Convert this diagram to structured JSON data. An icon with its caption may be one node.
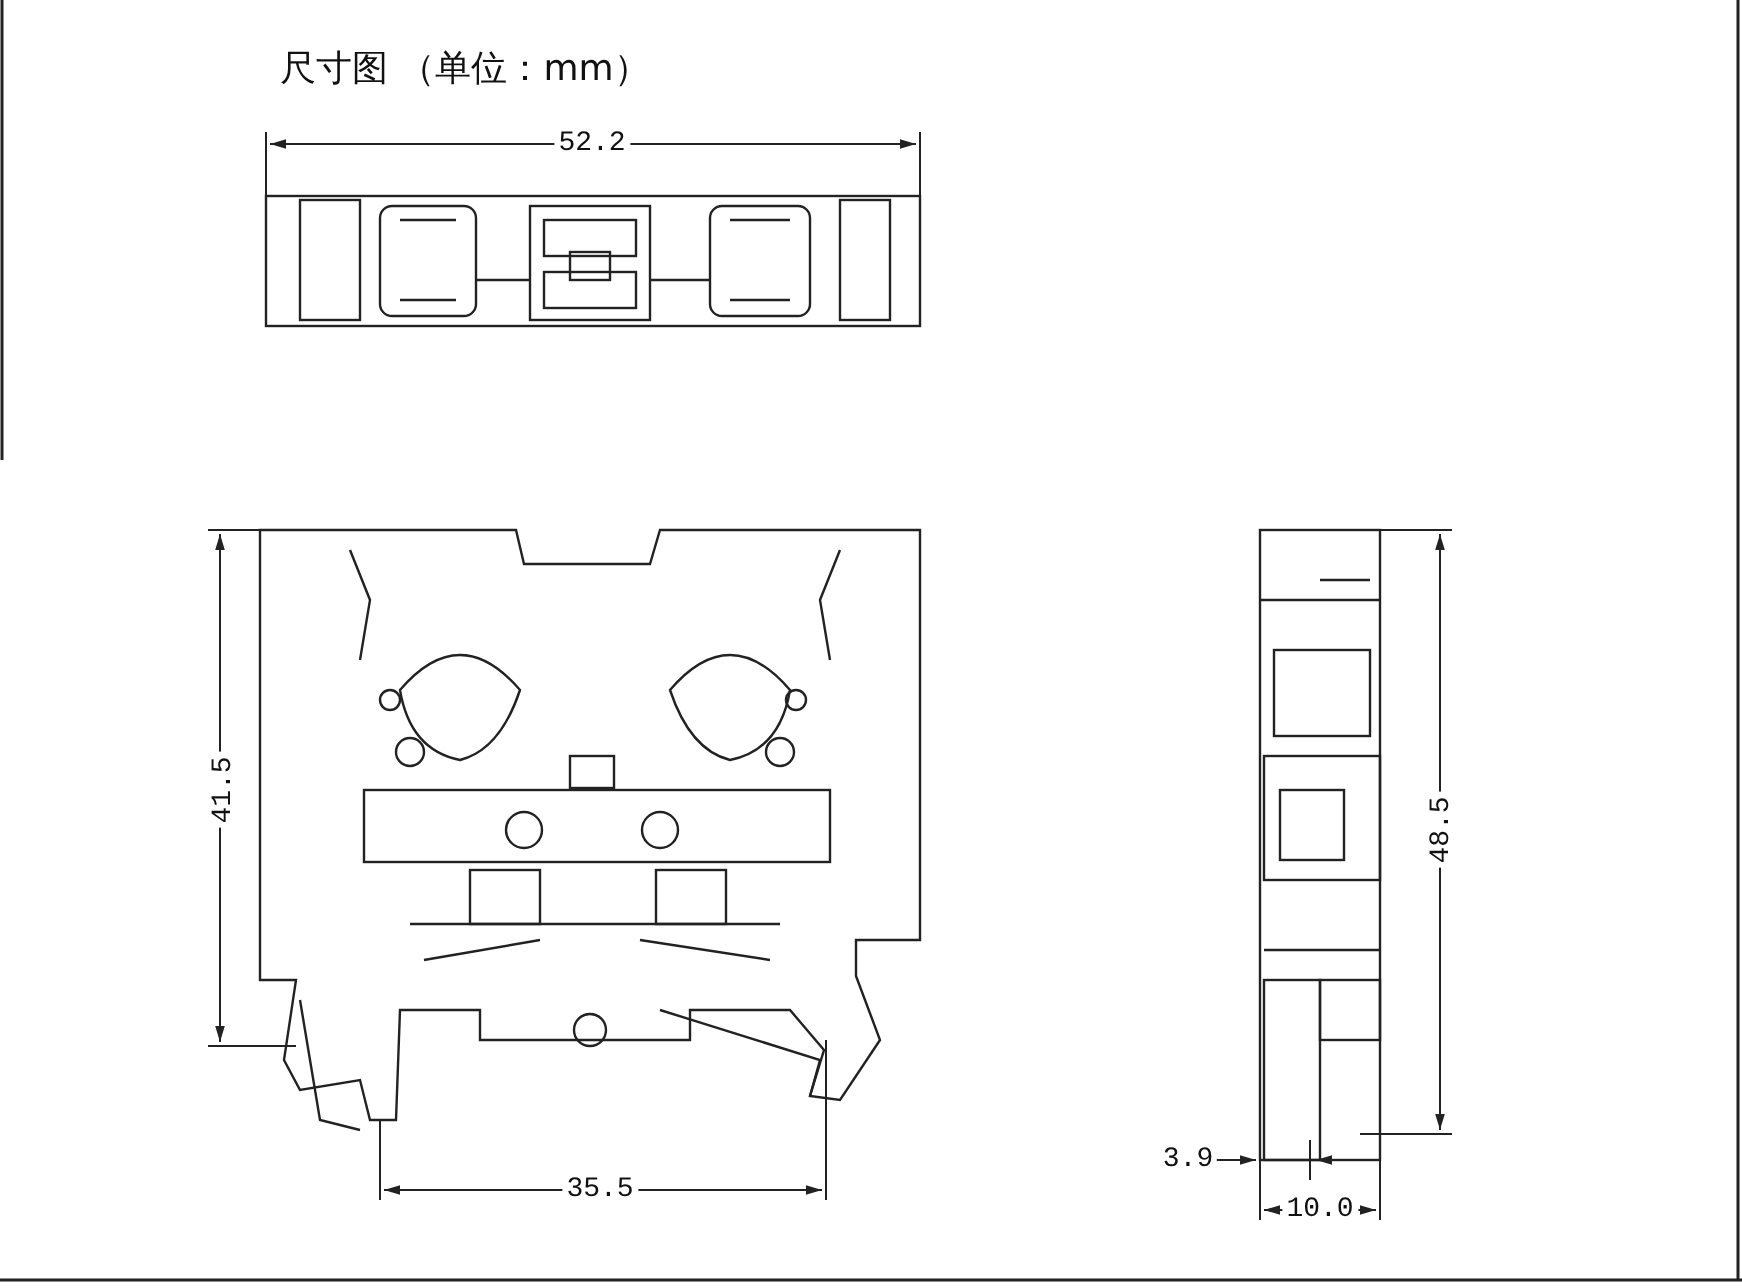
{
  "diagram": {
    "title": "尺寸图 （单位：mm）",
    "labels": [
      "52.2",
      "41.5",
      "48.5",
      "3.9",
      "35.5",
      "10.0"
    ]
  }
}
